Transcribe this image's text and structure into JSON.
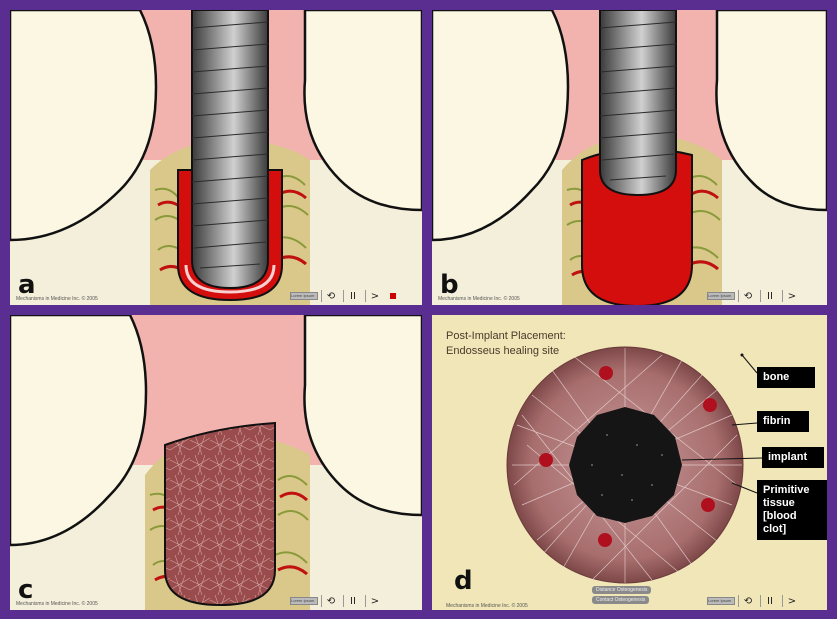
{
  "panels": [
    {
      "letter": "a",
      "credit": "Mechanisms in Medicine Inc. © 2005",
      "mini": "Lorem Ipsum"
    },
    {
      "letter": "b",
      "credit": "Mechanisms in Medicine Inc. © 2005",
      "mini": "Lorem Ipsum"
    },
    {
      "letter": "c",
      "credit": "Mechanisms in Medicine Inc. © 2005",
      "mini": "Lorem Ipsum"
    },
    {
      "letter": "d",
      "credit": "Mechanisms in Medicine Inc. © 2005",
      "mini": "Lorem Ipsum"
    }
  ],
  "controls": {
    "back": "⟲",
    "pause": "II",
    "next": ">"
  },
  "diagram_d": {
    "title_line1": "Post-Implant Placement:",
    "title_line2": "Endosseus healing site",
    "labels": {
      "bone": "bone",
      "fibrin": "fibrin",
      "implant": "implant",
      "primitive1": "Primitive",
      "primitive2": "tissue",
      "primitive3": "[blood clot]"
    },
    "btn1": "Distance Osteogenesis",
    "btn2": "Contact Osteogenesis"
  },
  "colors": {
    "frame": "#5a2d91",
    "gum": "#f2b3ae",
    "tooth": "#fbf7e3",
    "blood": "#d40d0d",
    "bg": "#f4efda"
  }
}
